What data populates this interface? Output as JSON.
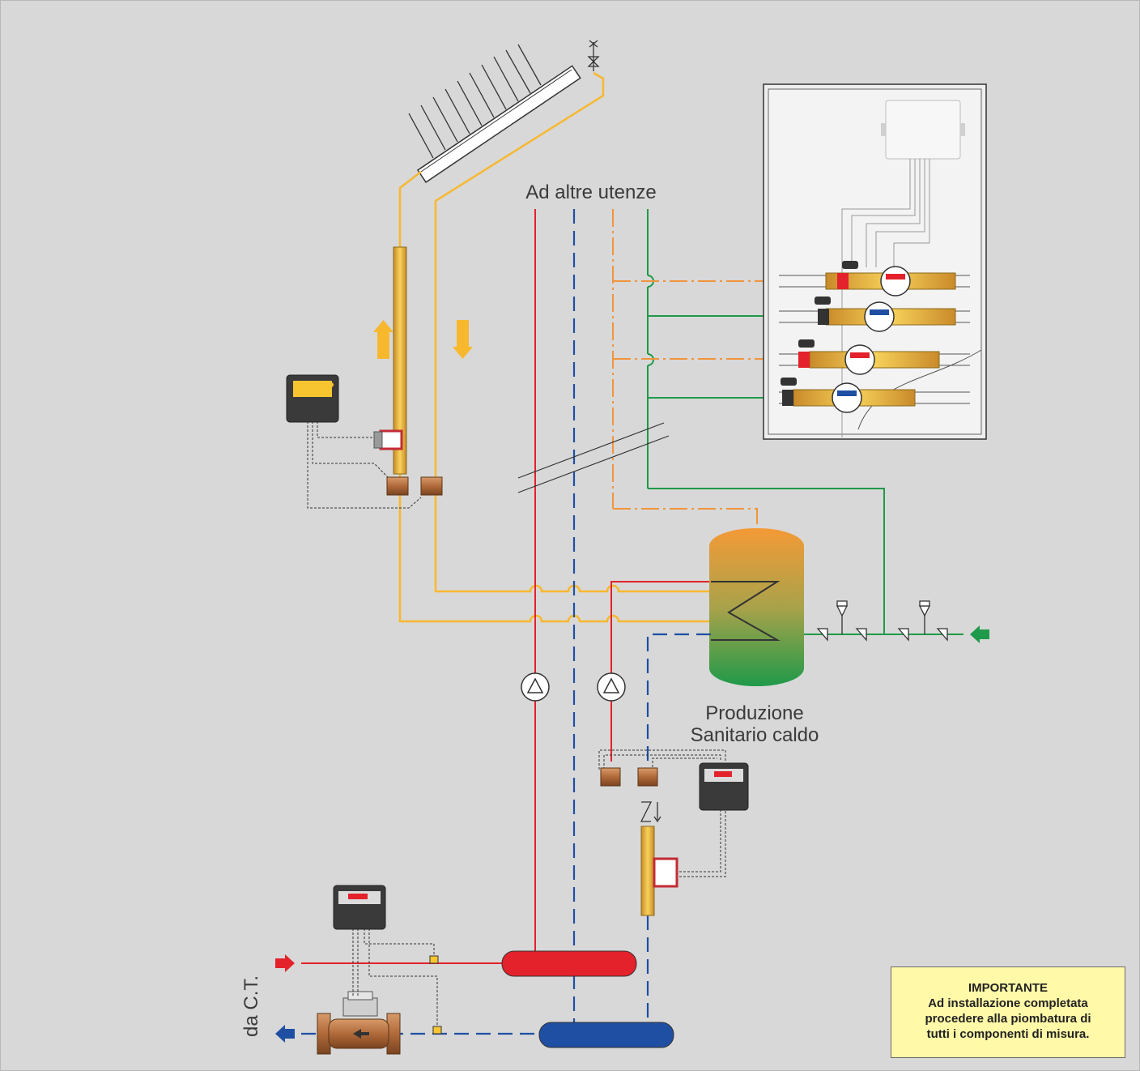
{
  "labels": {
    "other_users": "Ad altre utenze",
    "production_line1": "Produzione",
    "production_line2": "Sanitario caldo",
    "from_boiler": "da C.T."
  },
  "note": {
    "title": "IMPORTANTE",
    "line1": "Ad installazione completata",
    "line2": "procedere alla piombatura di",
    "line3": "tutti i componenti di misura."
  },
  "colors": {
    "solar": "#f7b82e",
    "hot": "#e3222b",
    "cold": "#1f4fa3",
    "dhw": "#f0953c",
    "mains": "#1f9a4a",
    "note_bg": "#fff9a8"
  }
}
